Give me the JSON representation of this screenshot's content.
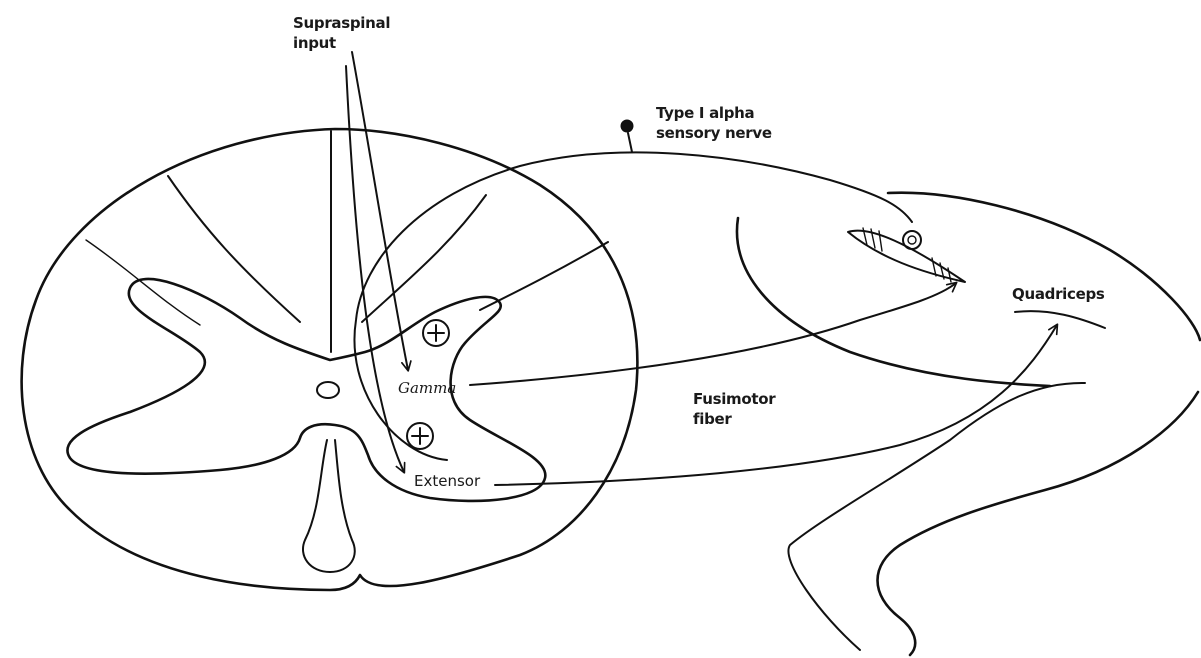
{
  "labels": {
    "supraspinal_line1": "Supraspinal",
    "supraspinal_line2": "input",
    "type1_line1": "Type I alpha",
    "type1_line2": "sensory nerve",
    "gamma": "Gamma",
    "extensor": "Extensor",
    "fusimotor_line1": "Fusimotor",
    "fusimotor_line2": "fiber",
    "quadriceps": "Quadriceps"
  },
  "colors": {
    "ink": "#111111",
    "background": "#ffffff"
  }
}
